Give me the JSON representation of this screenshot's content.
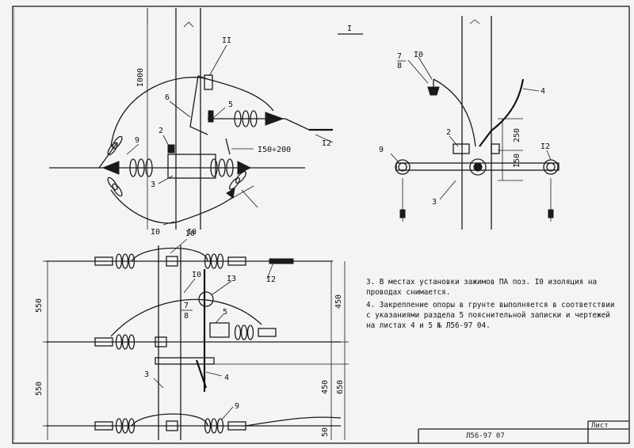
{
  "diagram": {
    "sheet_marker": "I",
    "labels": {
      "pos_2": "2",
      "pos_3": "3",
      "pos_4": "4",
      "pos_5": "5",
      "pos_6": "6",
      "pos_7": "7",
      "pos_8": "8",
      "pos_9": "9",
      "pos_10": "I0",
      "pos_11": "II",
      "pos_12": "I2",
      "pos_13": "I3"
    },
    "dimensions": {
      "d1000": "I000",
      "d150_200": "I50÷200",
      "d250": "250",
      "d150": "I50",
      "d550_a": "550",
      "d550_b": "550",
      "d450_a": "450",
      "d450_b": "450",
      "d650": "650",
      "d50": "50"
    }
  },
  "notes": [
    "3. В местах установки зажимов ПА поз. I0 изоляция на проводах снимается.",
    "4. Закрепление опоры в грунте выполняется в соответствии с указаниями раздела 5 пояснительной записки и чертежей на листах 4 и 5 № Л56-97 04."
  ],
  "title_block": {
    "code": "Л56-97 07",
    "sheet_label": "Лист"
  }
}
